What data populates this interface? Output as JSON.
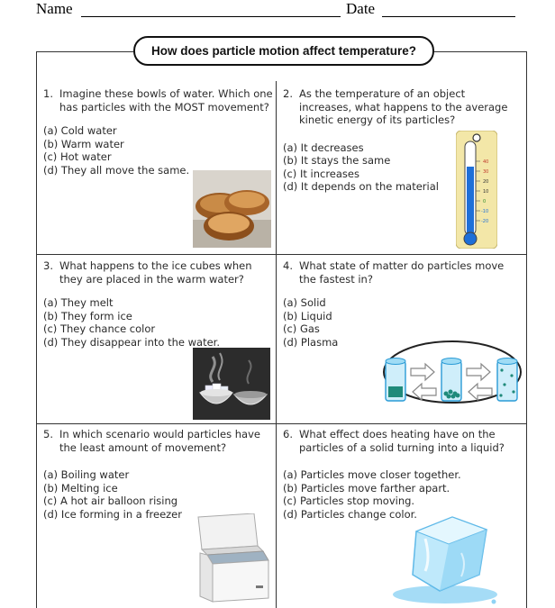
{
  "header": {
    "name_label": "Name",
    "date_label": "Date"
  },
  "title": "How does particle motion affect temperature?",
  "questions": [
    {
      "num": "1.",
      "text": "Imagine these bowls of water. Which one has particles with the MOST movement?",
      "options": [
        "(a) Cold water",
        "(b) Warm water",
        "(c) Hot water",
        "(d) They all move the same."
      ]
    },
    {
      "num": "2.",
      "text": "As the temperature of an object increases, what happens to the average kinetic energy of its particles?",
      "options": [
        "(a) It decreases",
        "(b) It stays the same",
        "(c) It increases",
        "(d) It depends on the material"
      ]
    },
    {
      "num": "3.",
      "text": "What happens to the ice cubes when they are placed in the warm water?",
      "options": [
        "(a) They melt",
        "(b) They form ice",
        "(c) They chance color",
        "(d) They disappear into the water."
      ]
    },
    {
      "num": "4.",
      "text": "What state of matter do particles move the fastest in?",
      "options": [
        "(a) Solid",
        "(b) Liquid",
        "(c) Gas",
        "(d) Plasma"
      ]
    },
    {
      "num": "5.",
      "text": "In which scenario would particles have the least amount of movement?",
      "options": [
        "(a) Boiling water",
        "(b) Melting ice",
        "(c) A hot air balloon rising",
        "(d) Ice forming in a freezer"
      ]
    },
    {
      "num": "6.",
      "text": "What effect does heating have on the particles of a solid turning into a liquid?",
      "options": [
        "(a) Particles move closer together.",
        "(b) Particles move farther apart.",
        "(c) Particles stop moving.",
        "(d) Particles change color."
      ]
    }
  ],
  "thermometer_scale": [
    "40",
    "30",
    "20",
    "10",
    "0",
    "-10",
    "-20"
  ],
  "colors": {
    "frame": "#333333",
    "thermo_fill": "#1e6fd8",
    "thermo_bg": "#f3e7a8",
    "ice": "#8fd3f4"
  }
}
